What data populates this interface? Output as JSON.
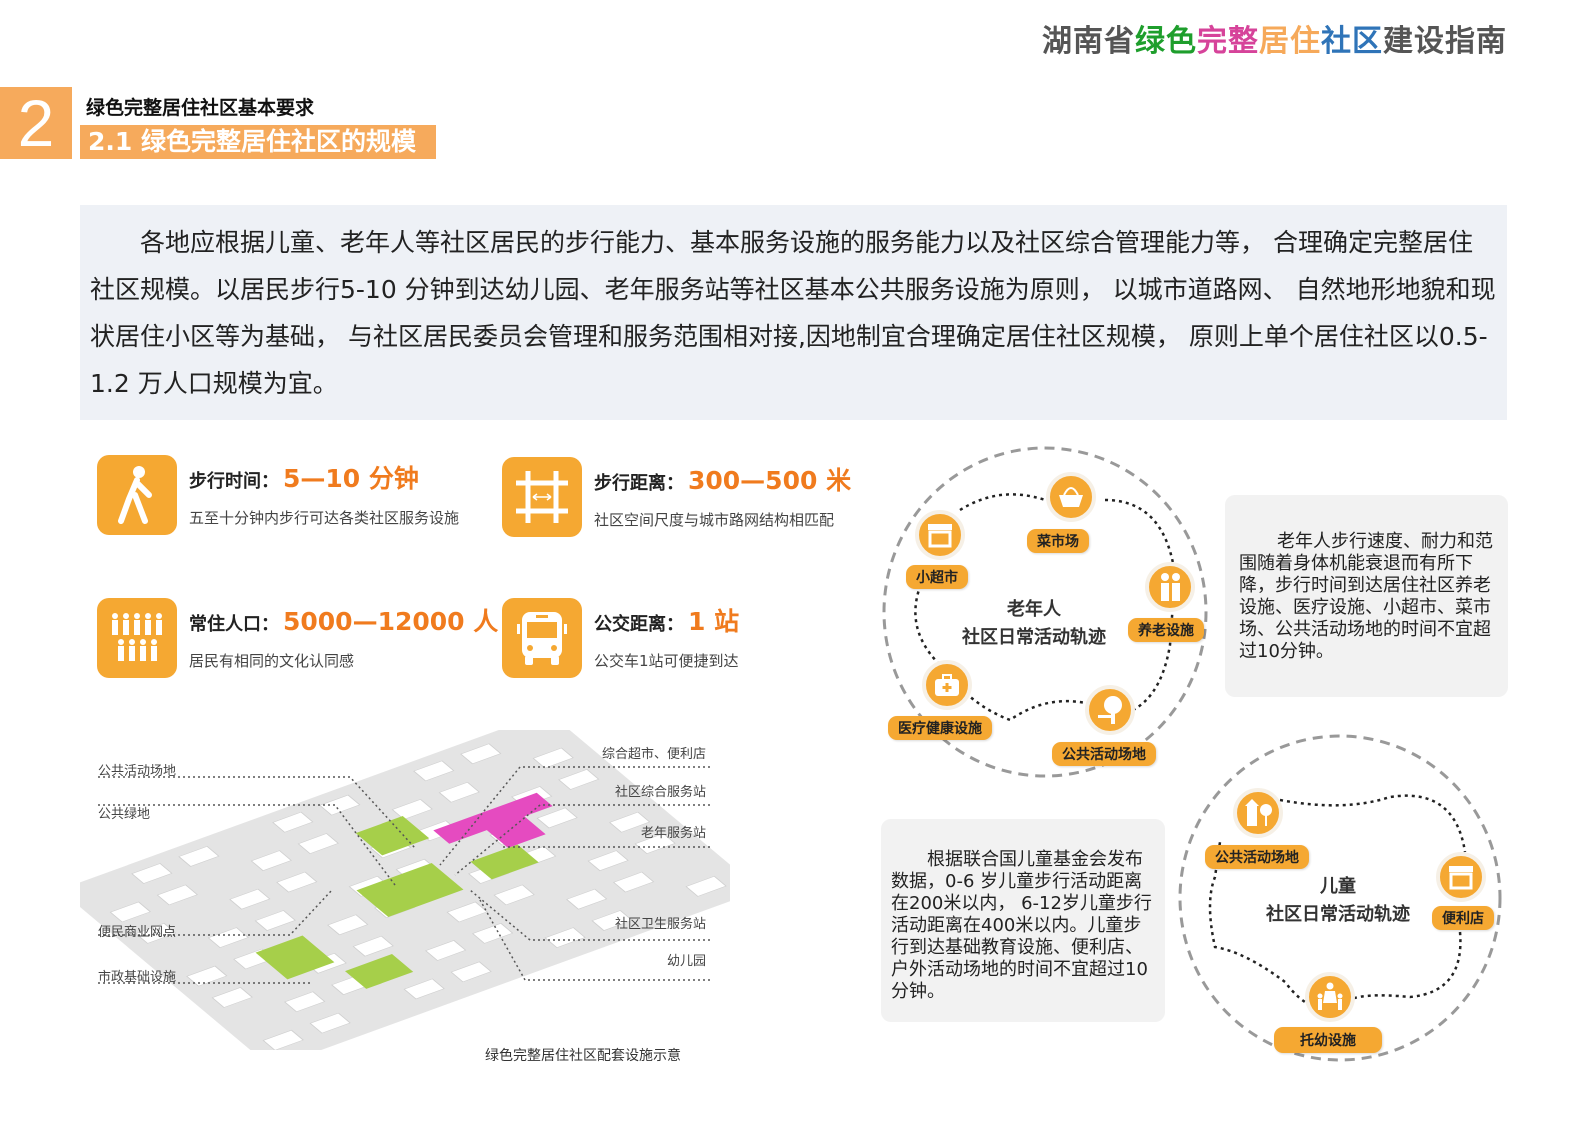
{
  "header": {
    "title_parts": [
      {
        "text": "湖南省",
        "color": "#555555"
      },
      {
        "text": "绿色",
        "color": "#1E9E2C"
      },
      {
        "text": "完整",
        "color": "#D6439A"
      },
      {
        "text": "居住",
        "color": "#F6A95A"
      },
      {
        "text": "社区",
        "color": "#2F74B8"
      },
      {
        "text": "建设指南",
        "color": "#555555"
      }
    ]
  },
  "chapter": {
    "number": "2",
    "title": "绿色完整居住社区基本要求",
    "section": "2.1 绿色完整居住社区的规模",
    "accent": "#F6AA5C"
  },
  "intro": "各地应根据儿童、老年人等社区居民的步行能力、基本服务设施的服务能力以及社区综合管理能力等， 合理确定完整居住社区规模。以居民步行5-10 分钟到达幼儿园、老年服务站等社区基本公共服务设施为原则， 以城市道路网、 自然地形地貌和现状居住小区等为基础， 与社区居民委员会管理和服务范围相对接,因地制宜合理确定居住社区规模， 原则上单个居住社区以0.5-1.2 万人口规模为宜。",
  "stats": [
    {
      "icon": "walking-person-icon",
      "label": "步行时间：",
      "value": "5—10 分钟",
      "sub": "五至十分钟内步行可达各类社区服务设施"
    },
    {
      "icon": "street-grid-icon",
      "label": "步行距离：",
      "value": "300—500 米",
      "sub": "社区空间尺度与城市路网结构相匹配"
    },
    {
      "icon": "population-icon",
      "label": "常住人口：",
      "value": "5000—12000 人",
      "sub": "居民有相同的文化认同感"
    },
    {
      "icon": "bus-icon",
      "label": "公交距离：",
      "value": "1 站",
      "sub": "公交车1站可便捷到达"
    }
  ],
  "map": {
    "left_labels": [
      "公共活动场地",
      "公共绿地",
      "便民商业网点",
      "市政基础设施"
    ],
    "right_labels": [
      "综合超市、便利店",
      "社区综合服务站",
      "老年服务站",
      "社区卫生服务站",
      "幼儿园"
    ],
    "caption": "绿色完整居住社区配套设施示意"
  },
  "elderly": {
    "center": [
      "老年人",
      "社区日常活动轨迹"
    ],
    "nodes": [
      {
        "icon": "basket-icon",
        "label": "菜市场"
      },
      {
        "icon": "store-icon",
        "label": "小超市"
      },
      {
        "icon": "elderly-couple-icon",
        "label": "养老设施"
      },
      {
        "icon": "medical-kit-icon",
        "label": "医疗健康设施"
      },
      {
        "icon": "tree-bench-icon",
        "label": "公共活动场地"
      }
    ],
    "note": "老年人步行速度、耐力和范围随着身体机能衰退而有所下降，步行时间到达居住社区养老设施、医疗设施、小超市、菜市场、公共活动场地的时间不宜超过10分钟。"
  },
  "children": {
    "center": [
      "儿童",
      "社区日常活动轨迹"
    ],
    "nodes": [
      {
        "icon": "playground-icon",
        "label": "公共活动场地"
      },
      {
        "icon": "store-icon",
        "label": "便利店"
      },
      {
        "icon": "family-icon",
        "label": "托幼设施"
      }
    ],
    "note": "根据联合国儿童基金会发布数据，0-6 岁儿童步行活动距离在200米以内， 6-12岁儿童步行活动距离在400米以内。儿童步行到达基础教育设施、便利店、户外活动场地的时间不宜超过10分钟。"
  },
  "colors": {
    "orange": "#F5A832",
    "value_orange": "#F07B1E",
    "green": "#A6CF4A",
    "magenta": "#E54BC0"
  }
}
